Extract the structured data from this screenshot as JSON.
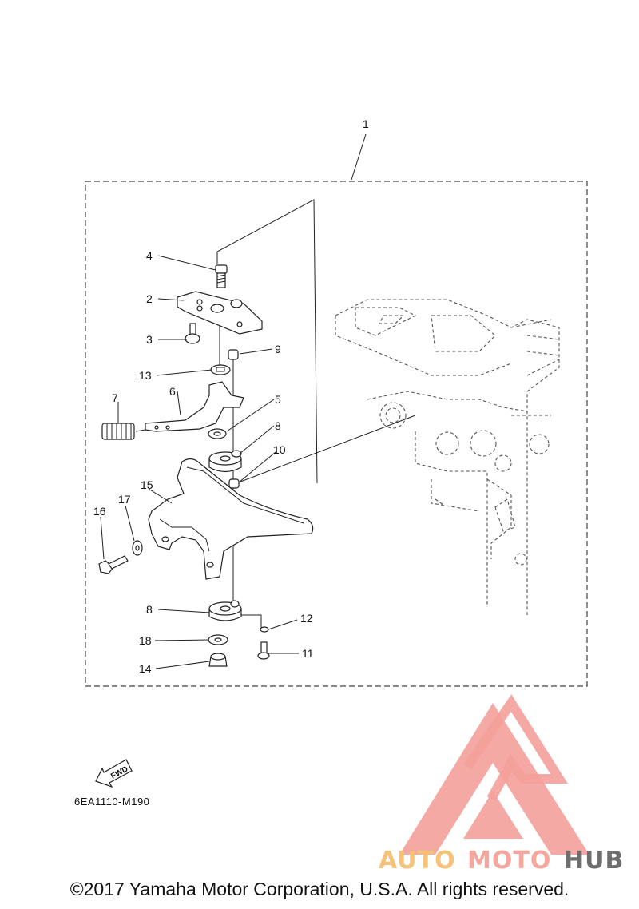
{
  "diagram": {
    "callouts": [
      {
        "id": "c1",
        "text": "1"
      },
      {
        "id": "c2",
        "text": "2"
      },
      {
        "id": "c3",
        "text": "3"
      },
      {
        "id": "c4",
        "text": "4"
      },
      {
        "id": "c5",
        "text": "5"
      },
      {
        "id": "c6",
        "text": "6"
      },
      {
        "id": "c7",
        "text": "7"
      },
      {
        "id": "c8a",
        "text": "8"
      },
      {
        "id": "c8b",
        "text": "8"
      },
      {
        "id": "c9",
        "text": "9"
      },
      {
        "id": "c10",
        "text": "10"
      },
      {
        "id": "c11",
        "text": "11"
      },
      {
        "id": "c12",
        "text": "12"
      },
      {
        "id": "c13",
        "text": "13"
      },
      {
        "id": "c14",
        "text": "14"
      },
      {
        "id": "c15",
        "text": "15"
      },
      {
        "id": "c16",
        "text": "16"
      },
      {
        "id": "c17",
        "text": "17"
      },
      {
        "id": "c18",
        "text": "18"
      }
    ],
    "direction_label": "FWD",
    "diagram_code": "6EA1110-M190"
  },
  "watermark": {
    "text_auto": "AUTO",
    "text_moto": "MOTO",
    "text_hub": "HUB",
    "colors": {
      "triangle": "#f4a09a",
      "auto": "#f6c27a",
      "moto": "#f3a79f",
      "hub": "#6e6e6e"
    }
  },
  "footer": {
    "copyright": "©2017 Yamaha Motor Corporation, U.S.A. All rights reserved."
  }
}
